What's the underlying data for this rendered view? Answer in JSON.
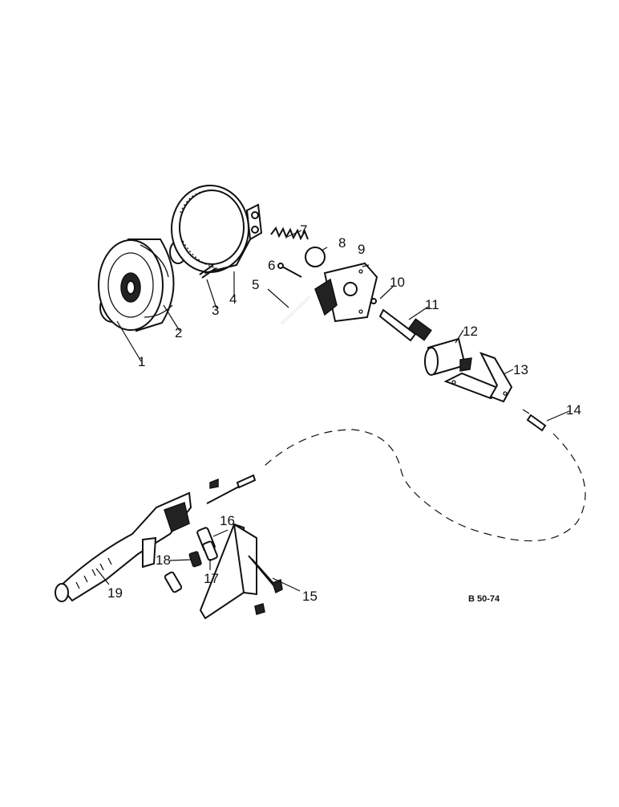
{
  "diagram": {
    "reference_code": "B 50-74",
    "callouts": [
      "1",
      "2",
      "3",
      "4",
      "5",
      "6",
      "7",
      "8",
      "9",
      "10",
      "11",
      "12",
      "13",
      "14",
      "15",
      "16",
      "17",
      "18",
      "19"
    ]
  }
}
